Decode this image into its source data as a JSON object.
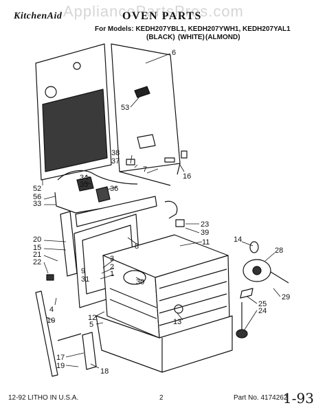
{
  "watermark": "AppliancePartsPros.com",
  "brand": "KitchenAid",
  "title": "OVEN PARTS",
  "models_line": "For Models: KEDH207YBL1, KEDH207YWH1, KEDH207YAL1",
  "variants": [
    "(BLACK)",
    "(WHITE)",
    "(ALMOND)"
  ],
  "footer": {
    "litho": "12-92 LITHO IN U.S.A.",
    "page": "2",
    "part_no": "Part No. 4174262"
  },
  "handwritten_note": "1-93",
  "callouts": [
    "6",
    "53",
    "38",
    "37",
    "7",
    "16",
    "34",
    "35",
    "36",
    "52",
    "56",
    "33",
    "23",
    "39",
    "11",
    "20",
    "15",
    "21",
    "22",
    "8",
    "3",
    "2",
    "1",
    "30",
    "4",
    "10",
    "12",
    "5",
    "13",
    "14",
    "28",
    "29",
    "25",
    "24",
    "17",
    "19",
    "18",
    "9",
    "31"
  ]
}
